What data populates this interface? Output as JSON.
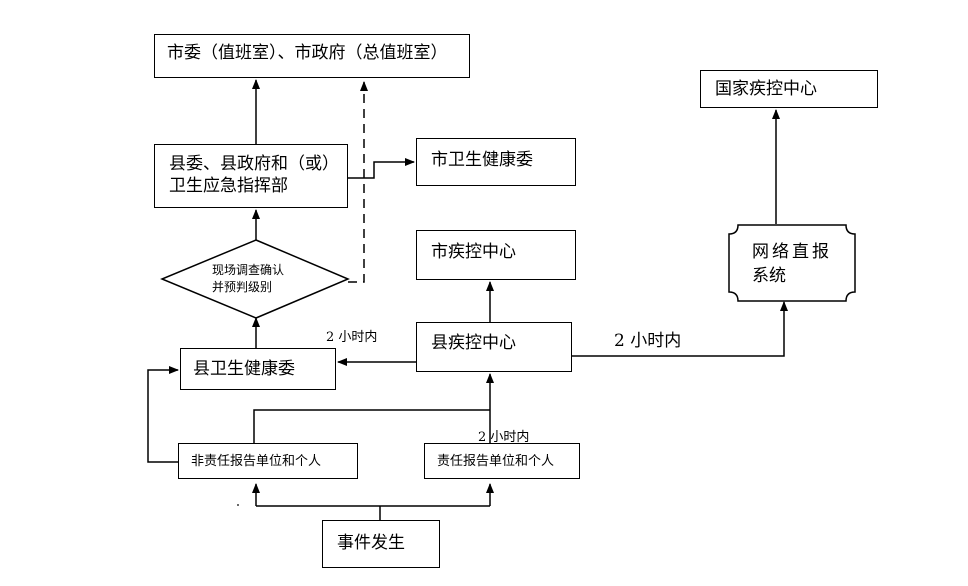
{
  "nodes": {
    "city_committee": "市委（值班室）、市政府（总值班室）",
    "national_cdc": "国家疾控中心",
    "county_command_line1": "县委、县政府和（或）",
    "county_command_line2": "卫生应急指挥部",
    "city_health_commission": "市卫生健康委",
    "site_investigation_line1": "现场调查确认",
    "site_investigation_line2": "并预判级别",
    "city_cdc": "市疾控中心",
    "network_report_line1": "网络直报",
    "network_report_line2": "系统",
    "county_health_commission": "县卫生健康委",
    "county_cdc": "县疾控中心",
    "non_responsible_reporters": "非责任报告单位和个人",
    "responsible_reporters": "责任报告单位和个人",
    "event_occurs": "事件发生"
  },
  "edge_labels": {
    "cdc_to_county_health": "2 小时内",
    "cdc_to_network": "2 小时内",
    "responsible_to_cdc": "2 小时内"
  },
  "colors": {
    "line": "#000000",
    "background": "#ffffff"
  }
}
